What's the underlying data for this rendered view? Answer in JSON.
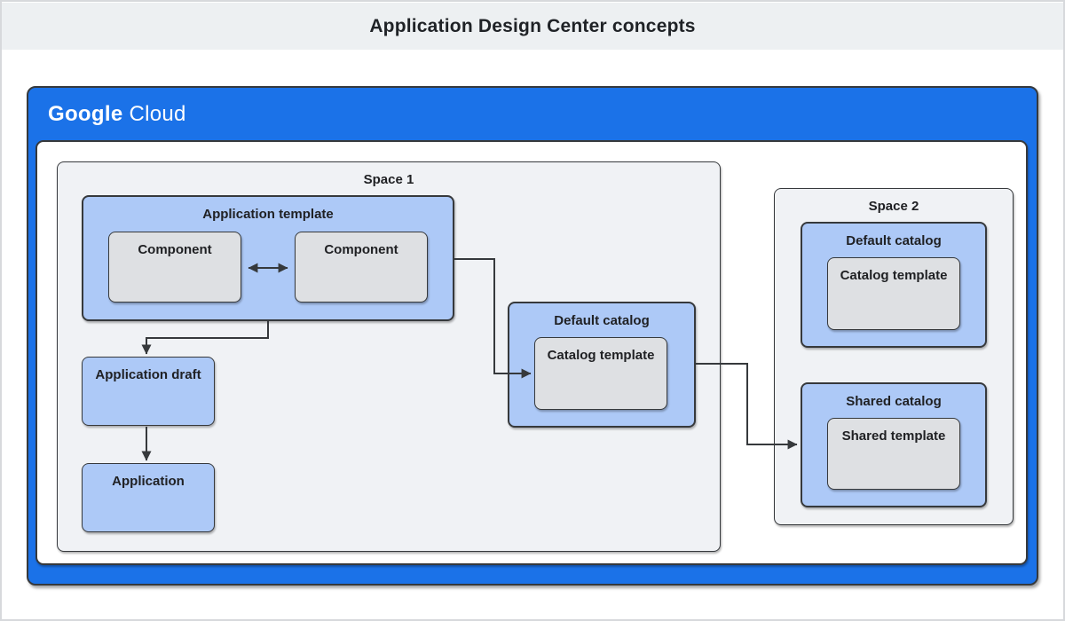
{
  "header": {
    "title": "Application Design Center concepts"
  },
  "logo": {
    "google": "Google",
    "cloud": "Cloud"
  },
  "colors": {
    "brand-blue": "#1b72e8",
    "node-blue": "#adc9f7",
    "node-gray": "#dee0e3",
    "space-gray": "#f0f2f5",
    "banner-gray": "#edf0f2",
    "border-dark": "#36393c",
    "text-dark": "#202124",
    "arrow": "#36393c"
  },
  "spaces": {
    "space1": {
      "label": "Space 1",
      "application_template": {
        "label": "Application template",
        "components": [
          "Component",
          "Component"
        ]
      },
      "application_draft": {
        "label": "Application draft"
      },
      "application": {
        "label": "Application"
      },
      "default_catalog": {
        "label": "Default catalog",
        "catalog_template": {
          "label": "Catalog template"
        }
      }
    },
    "space2": {
      "label": "Space 2",
      "default_catalog": {
        "label": "Default catalog",
        "catalog_template": {
          "label": "Catalog template"
        }
      },
      "shared_catalog": {
        "label": "Shared catalog",
        "shared_template": {
          "label": "Shared template"
        }
      }
    }
  }
}
